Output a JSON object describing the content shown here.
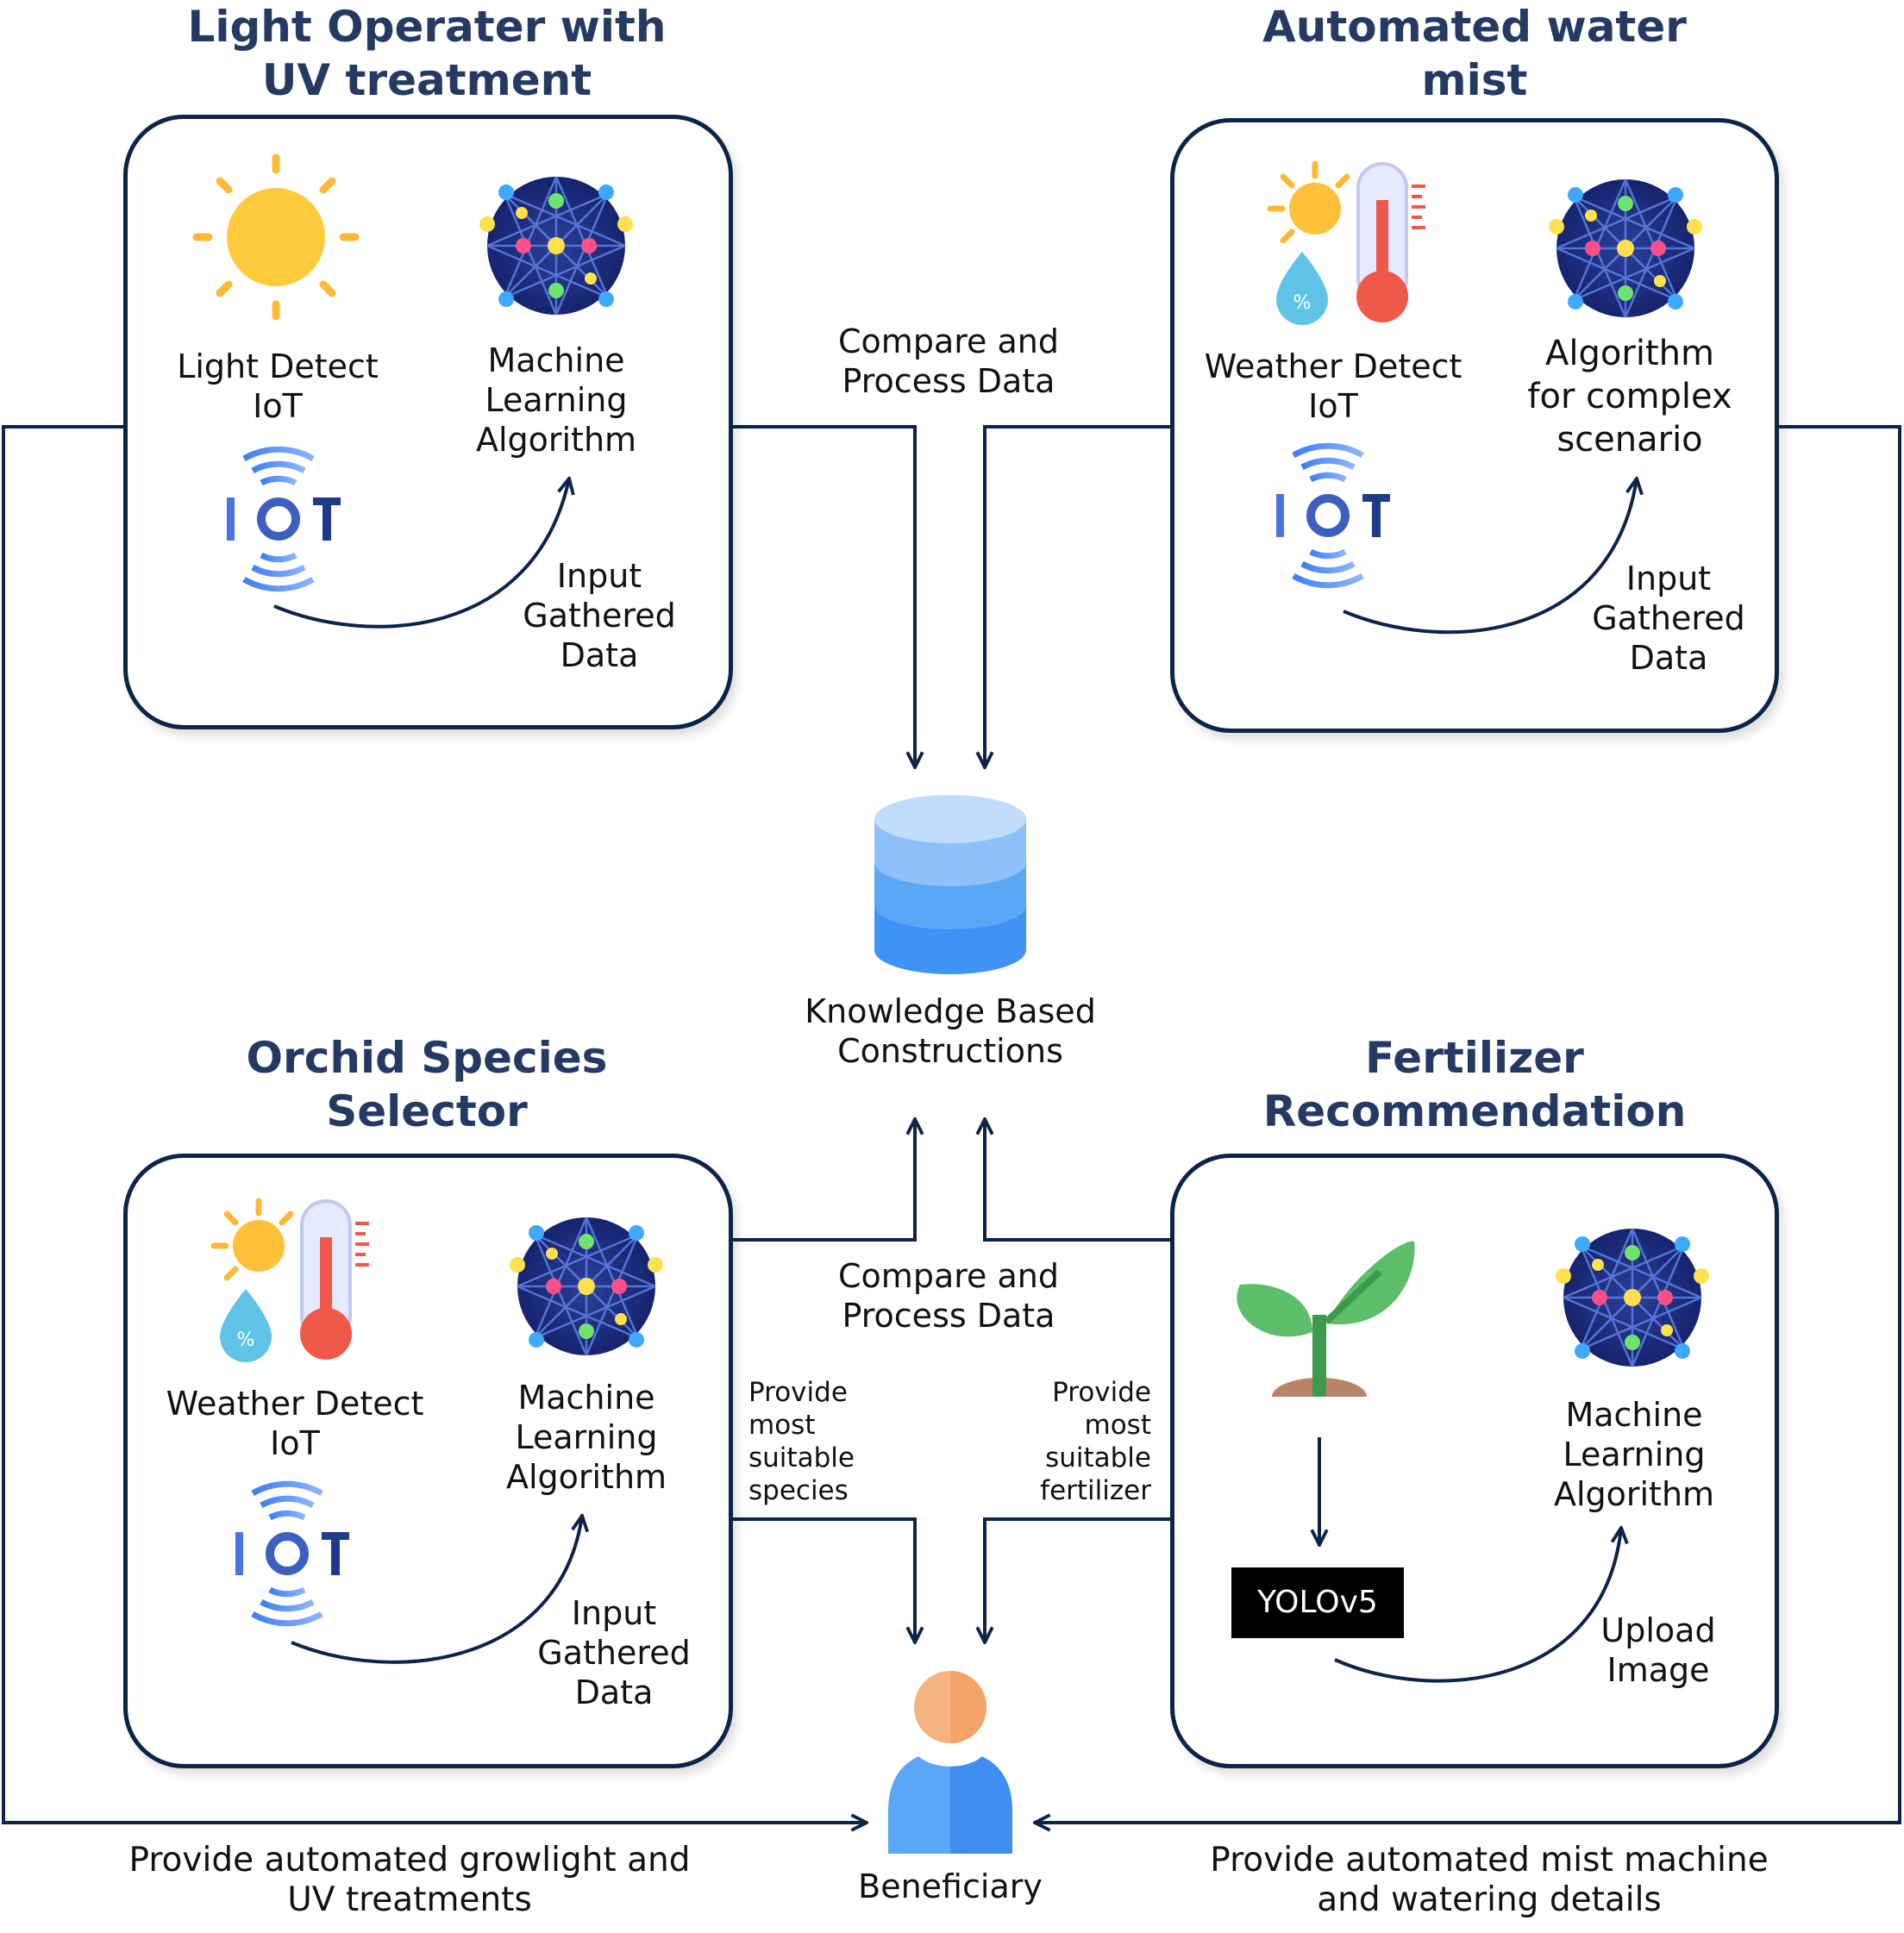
{
  "panels": {
    "light": {
      "title": [
        "Light Operater with",
        "UV treatment"
      ],
      "sensor_label": [
        "Light Detect",
        "IoT"
      ],
      "algo_label": [
        "Machine",
        "Learning",
        "Algorithm"
      ],
      "input_label": [
        "Input",
        "Gathered",
        "Data"
      ],
      "iot_text": "IOT"
    },
    "water": {
      "title": [
        "Automated water",
        "mist"
      ],
      "sensor_label": [
        "Weather Detect",
        "IoT"
      ],
      "algo_label": [
        "Algorithm",
        "for complex",
        "scenario"
      ],
      "input_label": [
        "Input",
        "Gathered",
        "Data"
      ],
      "iot_text": "IOT"
    },
    "orchid": {
      "title": [
        "Orchid Species",
        "Selector"
      ],
      "sensor_label": [
        "Weather Detect",
        "IoT"
      ],
      "algo_label": [
        "Machine",
        "Learning",
        "Algorithm"
      ],
      "input_label": [
        "Input",
        "Gathered",
        "Data"
      ],
      "iot_text": "IOT"
    },
    "fertilizer": {
      "title": [
        "Fertilizer",
        "Recommendation"
      ],
      "algo_label": [
        "Machine",
        "Learning",
        "Algorithm"
      ],
      "model_label": "YOLOv5",
      "input_label": [
        "Upload",
        "Image"
      ]
    }
  },
  "center": {
    "compare_top": [
      "Compare and",
      "Process Data"
    ],
    "compare_bottom": [
      "Compare and",
      "Process Data"
    ],
    "database_label": [
      "Knowledge Based",
      "Constructions"
    ],
    "provide_species": [
      "Provide",
      "most",
      "suitable",
      "species"
    ],
    "provide_fertilizer": [
      "Provide",
      "most",
      "suitable",
      "fertilizer"
    ],
    "beneficiary_label": "Beneficiary"
  },
  "footer": {
    "left": [
      "Provide automated growlight and",
      "UV treatments"
    ],
    "right": [
      "Provide automated mist machine",
      "and watering details"
    ]
  },
  "colors": {
    "line": "#0c2448",
    "title": "#253a63",
    "db_top": "#c2dcfb",
    "db_mid": "#8ec0fb",
    "db_low": "#3f93f5",
    "person_head": "#f7b37f",
    "person_body": "#5ca7f5",
    "sun": "#ffcb3d",
    "leaf": "#5cbd6a",
    "soil": "#b88468",
    "yolo_bg": "#000000"
  }
}
